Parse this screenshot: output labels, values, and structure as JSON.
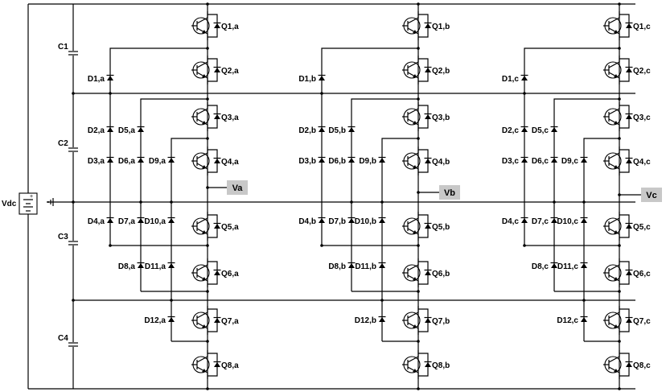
{
  "source": {
    "label": "Vdc"
  },
  "capacitors": [
    "C1",
    "C2",
    "C3",
    "C4"
  ],
  "legs": [
    {
      "output": "Va",
      "switches": [
        "Q1,a",
        "Q2,a",
        "Q3,a",
        "Q4,a",
        "Q5,a",
        "Q6,a",
        "Q7,a",
        "Q8,a"
      ],
      "diodes": {
        "D1": "D1,a",
        "D2": "D2,a",
        "D3": "D3,a",
        "D4": "D4,a",
        "D5": "D5,a",
        "D6": "D6,a",
        "D7": "D7,a",
        "D8": "D8,a",
        "D9": "D9,a",
        "D10": "D10,a",
        "D11": "D11,a",
        "D12": "D12,a"
      }
    },
    {
      "output": "Vb",
      "switches": [
        "Q1,b",
        "Q2,b",
        "Q3,b",
        "Q4,b",
        "Q5,b",
        "Q6,b",
        "Q7,b",
        "Q8,b"
      ],
      "diodes": {
        "D1": "D1,b",
        "D2": "D2,b",
        "D3": "D3,b",
        "D4": "D4,b",
        "D5": "D5,b",
        "D6": "D6,b",
        "D7": "D7,b",
        "D8": "D8,b",
        "D9": "D9,b",
        "D10": "D10,b",
        "D11": "D11,b",
        "D12": "D12,b"
      }
    },
    {
      "output": "Vc",
      "switches": [
        "Q1,c",
        "Q2,c",
        "Q3,c",
        "Q4,c",
        "Q5,c",
        "Q6,c",
        "Q7,c",
        "Q8,c"
      ],
      "diodes": {
        "D1": "D1,c",
        "D2": "D2,c",
        "D3": "D3,c",
        "D4": "D4,c",
        "D5": "D5,c",
        "D6": "D6,c",
        "D7": "D7,c",
        "D8": "D8,c",
        "D9": "D9,c",
        "D10": "D10,c",
        "D11": "D11,c",
        "D12": "D12,c"
      }
    }
  ]
}
